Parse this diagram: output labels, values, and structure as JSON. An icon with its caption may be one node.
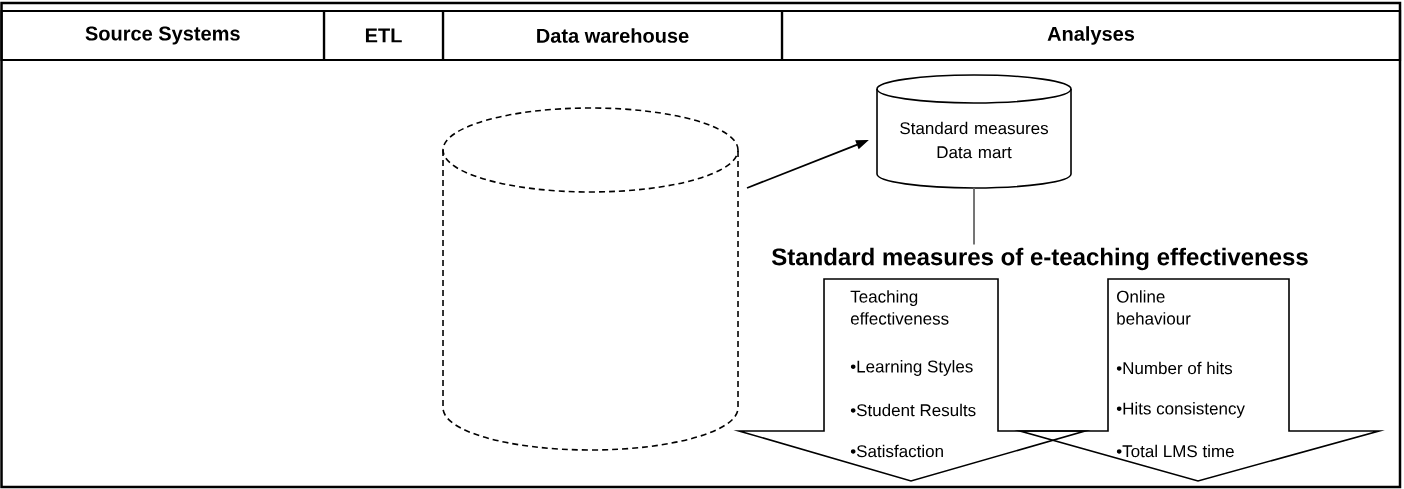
{
  "diagram": {
    "nodes": [
      {
        "text": [
          "Source Systems"
        ]
      },
      {
        "text": [
          "ETL"
        ]
      },
      {
        "text": [
          "Data warehouse"
        ]
      },
      {
        "text": [
          "Analyses"
        ]
      },
      {
        "text": [],
        "shape": "cylinder"
      },
      {
        "text": [
          "Standard measures Data mart"
        ]
      },
      {
        "text": [
          "Standard measures of e-teaching effectiveness"
        ]
      },
      {
        "text": [
          "Teaching effectiveness",
          "•Learning Styles",
          "•Student Results",
          "•Satisfaction"
        ]
      },
      {
        "text": [
          "Online behaviour",
          "•Number of hits",
          "•Hits consistency",
          "•Total LMS time"
        ]
      }
    ],
    "edges": [
      {
        "from": 4,
        "to": 5,
        "arrow": "to"
      },
      {
        "from": 5,
        "to": 6,
        "arrow": "none",
        "color": "#666666"
      }
    ]
  }
}
